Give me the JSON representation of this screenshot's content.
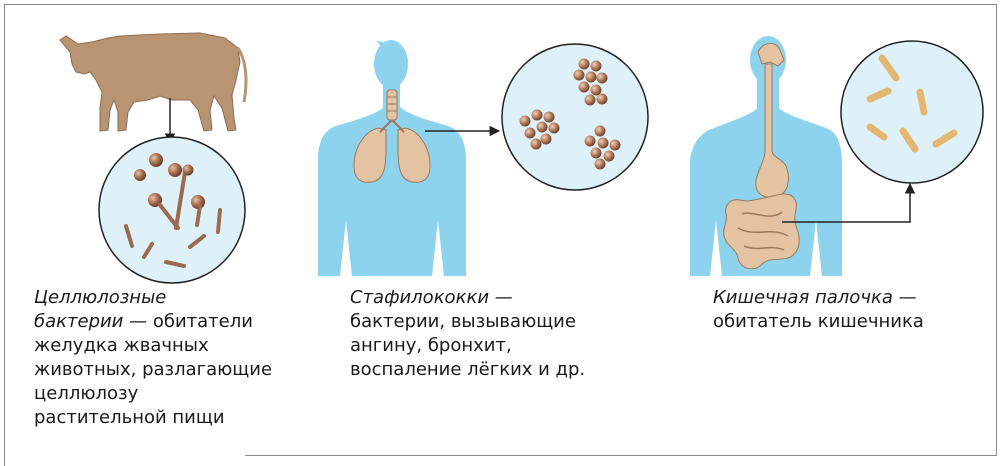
{
  "captions": {
    "cellulose": {
      "term": "Целлюлозные",
      "term2": "бактерии",
      "dash": " — обитатели",
      "line3": "желудка жвачных",
      "line4": "животных, разлагающие",
      "line5": "целлюлозу",
      "line6": "растительной пищи"
    },
    "staph": {
      "term": "Стафилококки",
      "dash": " —",
      "line2": "бактерии, вызывающие",
      "line3": "ангину, бронхит,",
      "line4": "воспаление лёгких и др."
    },
    "ecoli": {
      "term": "Кишечная палочка",
      "dash": " —",
      "line2": "обитатель кишечника"
    }
  },
  "colors": {
    "body_blue": "#8ed3ee",
    "cow_brown": "#b89472",
    "bacteria_brown": "#9c6a4f",
    "lung_beige": "#e3c3a1",
    "rod_tan": "#e2b873",
    "circle_fill": "#dff1f8",
    "frame_gray": "#8c8c8c"
  },
  "icons": [
    "cow-silhouette",
    "human-torso-lungs",
    "human-torso-intestine",
    "magnified-circle"
  ]
}
